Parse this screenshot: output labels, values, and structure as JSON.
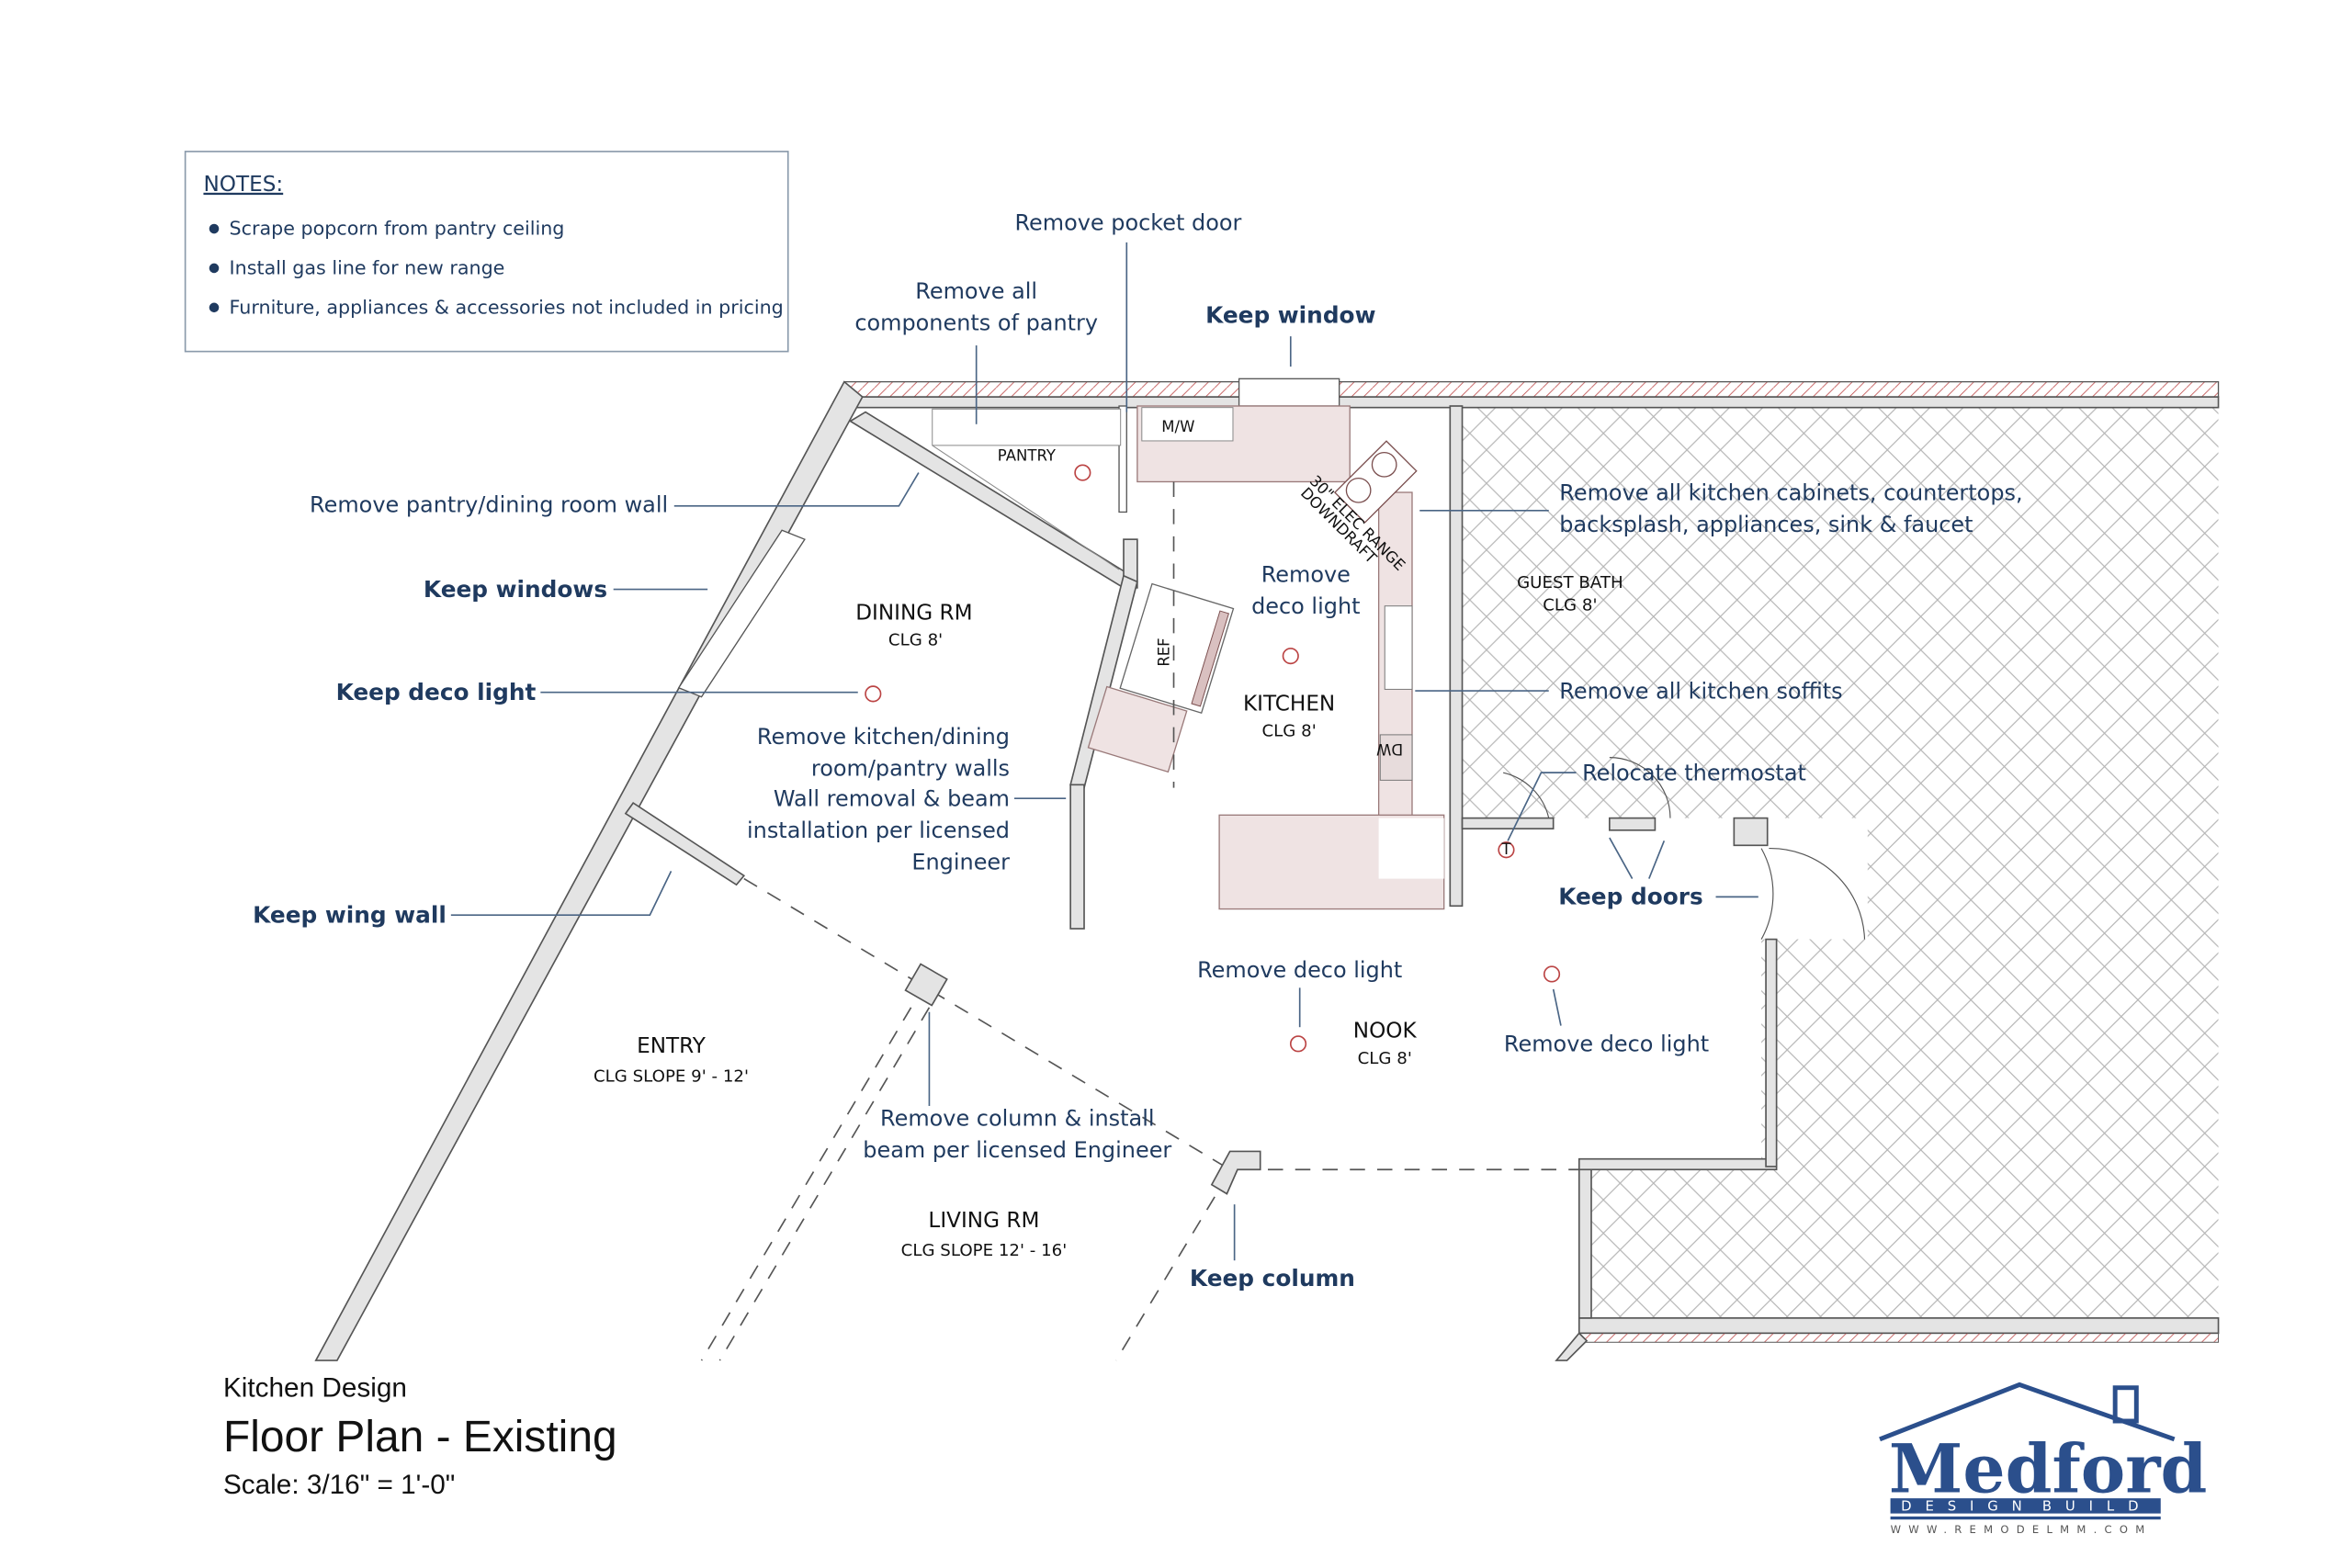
{
  "notes": {
    "title": "NOTES:",
    "items": [
      "Scrape popcorn from pantry ceiling",
      "Install gas line for new range",
      "Furniture, appliances & accessories not included in pricing"
    ]
  },
  "rooms": {
    "dining": {
      "name": "DINING RM",
      "ceiling": "CLG 8'"
    },
    "kitchen": {
      "name": "KITCHEN",
      "ceiling": "CLG 8'"
    },
    "guest_bath": {
      "name": "GUEST BATH",
      "ceiling": "CLG 8'"
    },
    "nook": {
      "name": "NOOK",
      "ceiling": "CLG 8'"
    },
    "entry": {
      "name": "ENTRY",
      "ceiling": "CLG SLOPE 9' - 12'"
    },
    "living": {
      "name": "LIVING RM",
      "ceiling": "CLG SLOPE 12' - 16'"
    },
    "pantry": {
      "name": "PANTRY"
    }
  },
  "fixtures": {
    "microwave": "M/W",
    "refrigerator": "REF",
    "dishwasher": "DW",
    "range_line1": "30\" ELEC RANGE",
    "range_line2": "DOWNDRAFT",
    "thermostat": "T"
  },
  "annotations": {
    "remove_pocket_door": "Remove pocket door",
    "remove_pantry_line1": "Remove all",
    "remove_pantry_line2": "components of pantry",
    "keep_window": "Keep window",
    "remove_pantry_dining_wall": "Remove pantry/dining room wall",
    "keep_windows": "Keep windows",
    "keep_deco_light": "Keep deco light",
    "remove_cabinets_line1": "Remove all kitchen cabinets, countertops,",
    "remove_cabinets_line2": "backsplash, appliances, sink & faucet",
    "remove_deco_light_kitchen_line1": "Remove",
    "remove_deco_light_kitchen_line2": "deco light",
    "remove_soffits": "Remove all kitchen soffits",
    "remove_walls_line1": "Remove kitchen/dining",
    "remove_walls_line2": "room/pantry walls",
    "remove_walls_line3": "Wall removal & beam",
    "remove_walls_line4": "installation per licensed",
    "remove_walls_line5": "Engineer",
    "relocate_thermostat": "Relocate thermostat",
    "keep_doors": "Keep doors",
    "keep_wing_wall": "Keep wing wall",
    "remove_deco_light_nook": "Remove deco light",
    "remove_deco_light_right": "Remove deco light",
    "remove_column_line1": "Remove column & install",
    "remove_column_line2": "beam per licensed Engineer",
    "keep_column": "Keep column"
  },
  "title_block": {
    "project": "Kitchen Design",
    "sheet": "Floor Plan - Existing",
    "scale": "Scale: 3/16\" = 1'-0\""
  },
  "logo": {
    "name": "Medford",
    "tagline_left": "DESIGN",
    "tagline_right": "BUILD",
    "url": "WWW.REMODELMM.COM",
    "color": "#2b4f8c"
  },
  "colors": {
    "annotation": "#1f3a5f",
    "cabinet_fill": "#efe3e3",
    "wall_fill": "#e4e4e4",
    "light_fixture": "#bb4444"
  }
}
